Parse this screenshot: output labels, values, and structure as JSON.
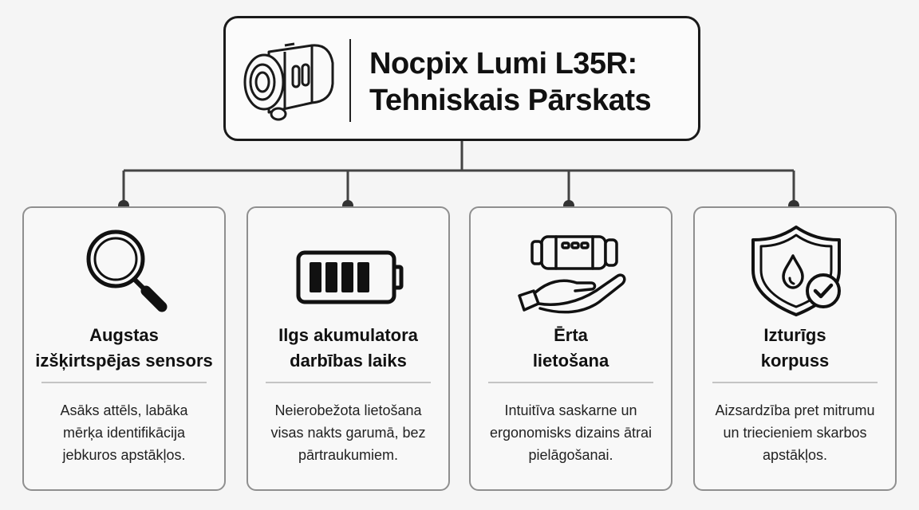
{
  "header": {
    "title_lines": [
      "Nocpix Lumi L35R:",
      "Tehniskais Pārskats"
    ],
    "icon": "monocular-icon"
  },
  "cards": [
    {
      "icon": "magnifier-icon",
      "title_lines": [
        "Augstas",
        "izšķirtspējas sensors"
      ],
      "desc_lines": [
        "Asāks attēls, labāka",
        "mērķa identifikācija",
        "jebkuros apstākļos."
      ]
    },
    {
      "icon": "battery-icon",
      "title_lines": [
        "Ilgs akumulatora",
        "darbības laiks"
      ],
      "desc_lines": [
        "Neierobežota lietošana",
        "visas nakts garumā, bez",
        "pārtraukumiem."
      ]
    },
    {
      "icon": "hand-holding-device-icon",
      "title_lines": [
        "Ērta",
        "lietošana"
      ],
      "desc_lines": [
        "Intuitīva saskarne un",
        "ergonomisks dizains ātrai",
        "pielāgošanai."
      ]
    },
    {
      "icon": "shield-water-check-icon",
      "title_lines": [
        "Izturīgs",
        "korpuss"
      ],
      "desc_lines": [
        "Aizsardzība pret mitrumu",
        "un triecieniem skarbos",
        "apstākļos."
      ]
    }
  ]
}
